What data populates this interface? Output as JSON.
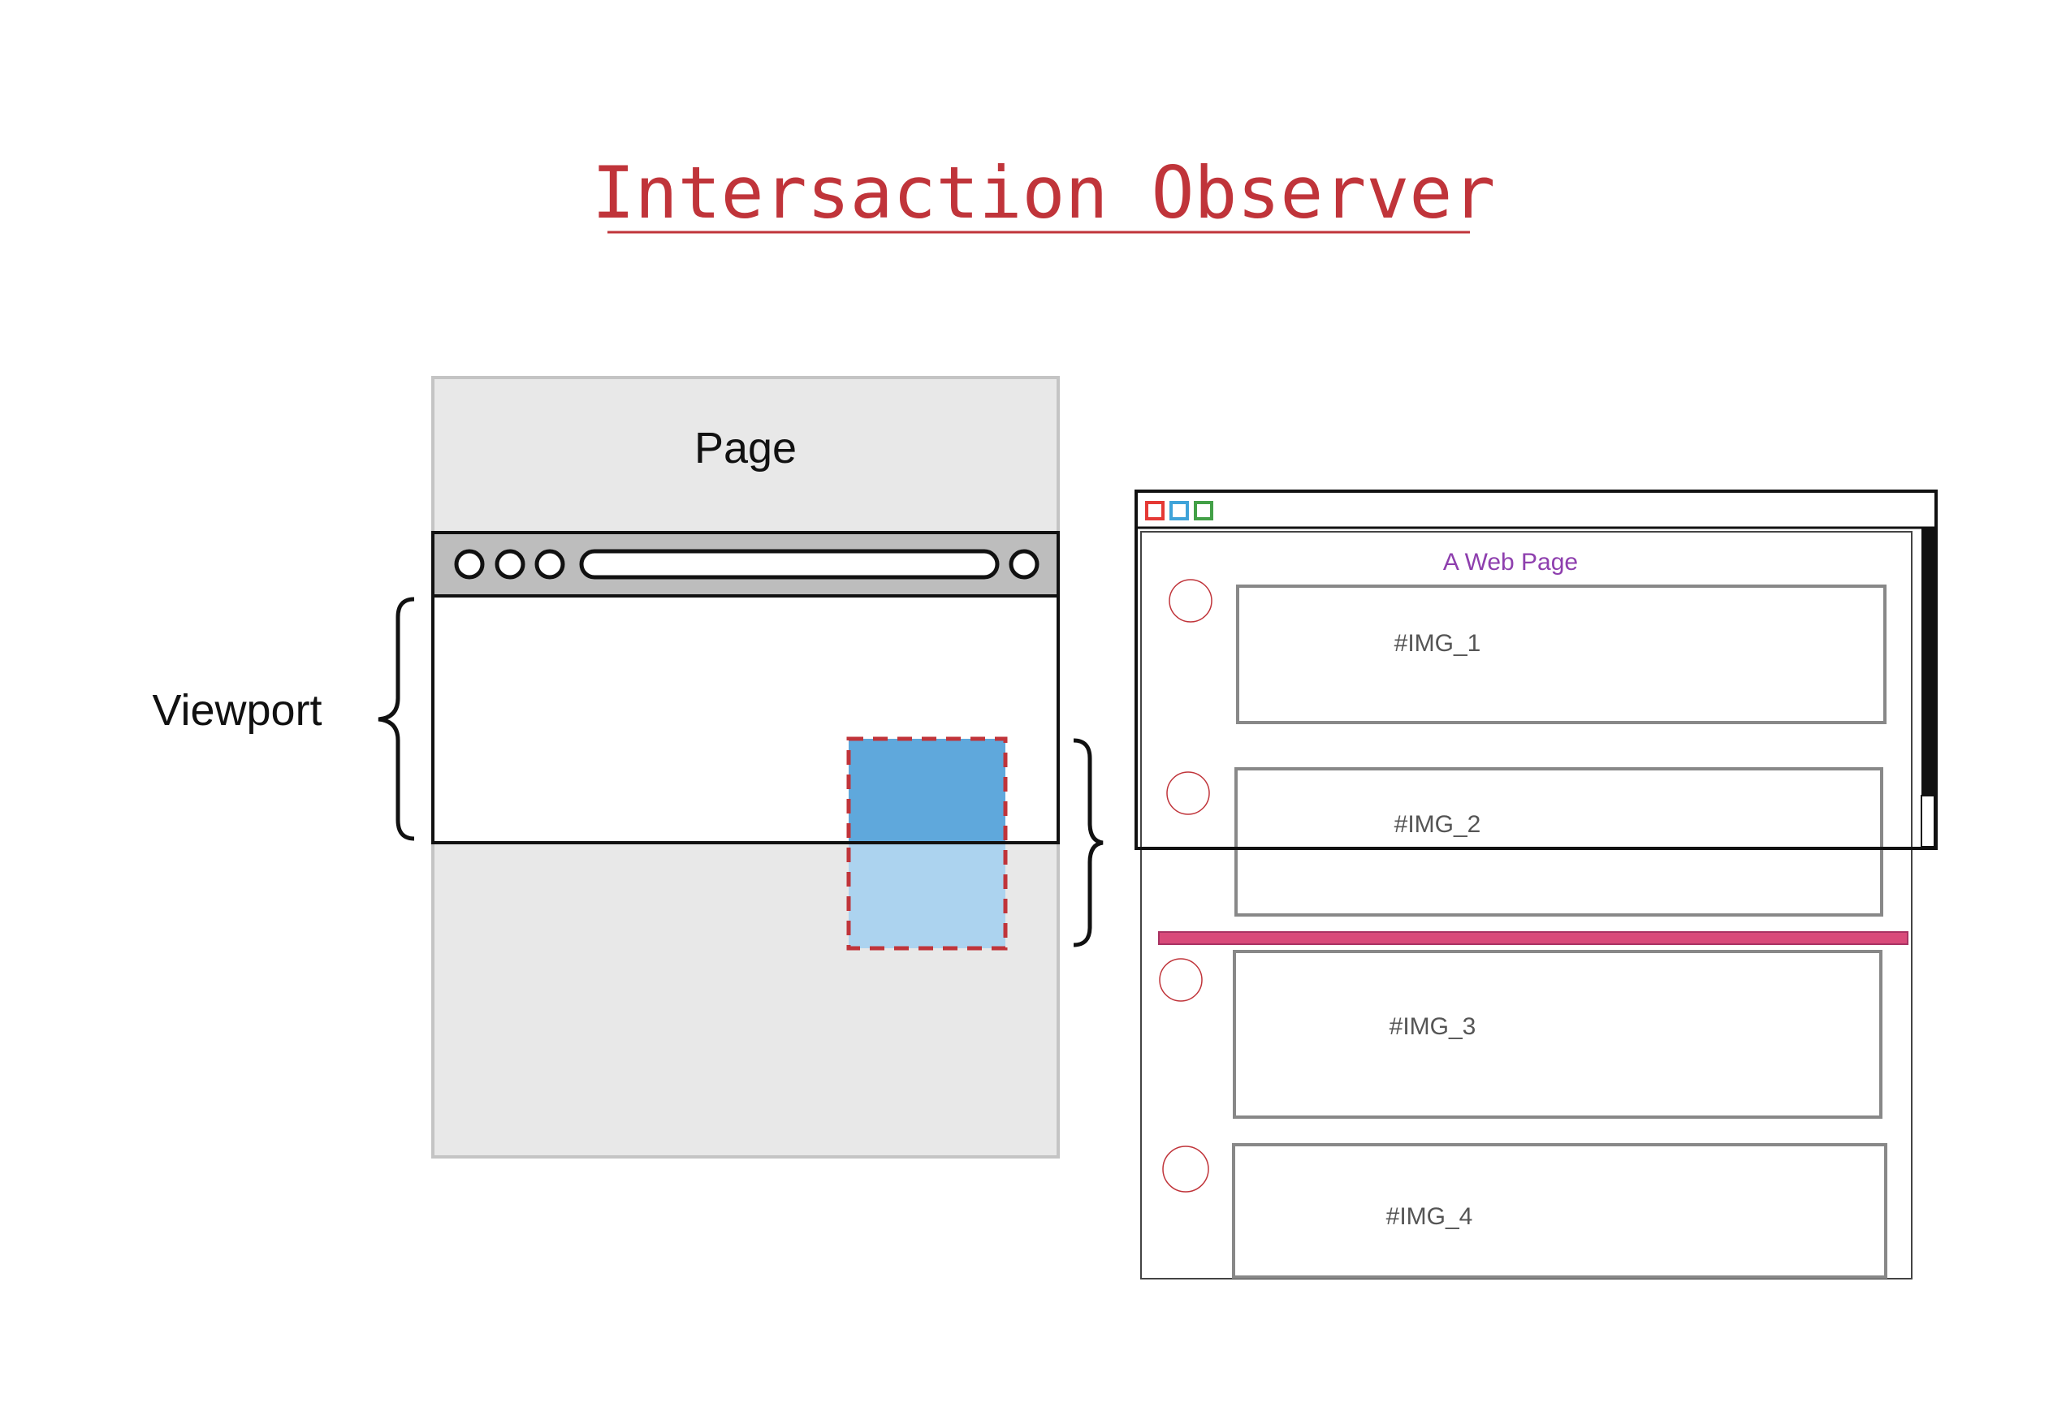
{
  "title": "Intersaction Observer",
  "left_diagram": {
    "page_label": "Page",
    "viewport_label": "Viewport"
  },
  "right_diagram": {
    "page_heading": "A Web Page",
    "image_labels": [
      "#IMG_1",
      "#IMG_2",
      "#IMG_3",
      "#IMG_4"
    ]
  },
  "colors": {
    "title": "#c0343a",
    "page_background": "#e8e8e8",
    "target_in_view": "#5fa8dc",
    "target_out_of_view": "#acd3ef",
    "target_border": "#c0343a",
    "intersection_line": "#d94a7a",
    "heading": "#8e3fae",
    "window_buttons": [
      "#e53935",
      "#3fa3d9",
      "#43a047"
    ]
  }
}
